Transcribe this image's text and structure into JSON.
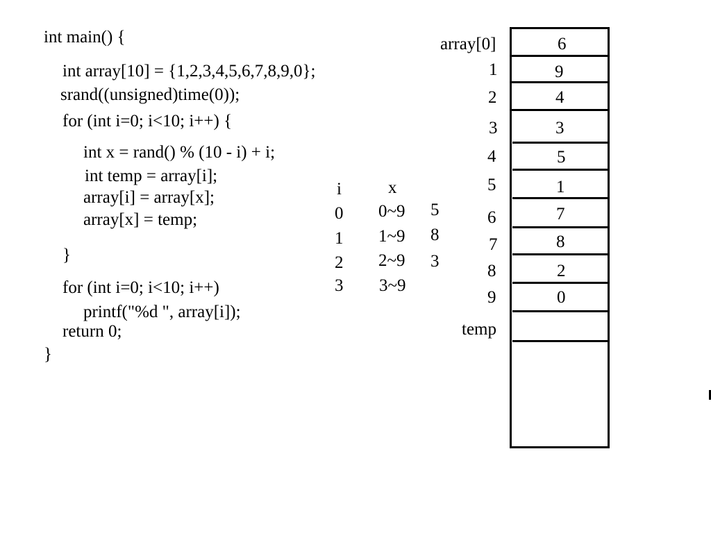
{
  "code": {
    "lines": [
      "int main() {",
      "int array[10] = {1,2,3,4,5,6,7,8,9,0};",
      "srand((unsigned)time(0));",
      "for (int i=0; i<10; i++) {",
      "int x = rand() % (10 - i) + i;",
      "int temp = array[i];",
      "array[i] = array[x];",
      "array[x] = temp;",
      "}",
      "for (int i=0; i<10; i++)",
      "printf(\"%d \", array[i]);",
      "return 0;",
      "}"
    ]
  },
  "trace_table": {
    "headers": [
      "i",
      "x"
    ],
    "rows": [
      {
        "i": "0",
        "x": "0~9",
        "pick": "5"
      },
      {
        "i": "1",
        "x": "1~9",
        "pick": "8"
      },
      {
        "i": "2",
        "x": "2~9",
        "pick": "3"
      },
      {
        "i": "3",
        "x": "3~9",
        "pick": ""
      }
    ]
  },
  "array_diagram": {
    "labels": [
      "array[0]",
      "1",
      "2",
      "3",
      "4",
      "5",
      "6",
      "7",
      "8",
      "9"
    ],
    "values": [
      "6",
      "9",
      "4",
      "3",
      "5",
      "1",
      "7",
      "8",
      "2",
      "0"
    ],
    "temp_label": "temp",
    "temp_value": ""
  }
}
